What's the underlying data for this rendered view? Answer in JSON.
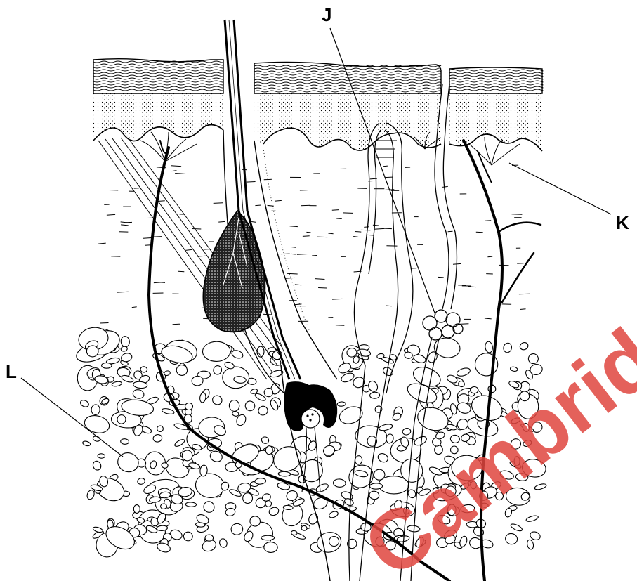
{
  "labels": {
    "j": "J",
    "k": "K",
    "l": "L"
  },
  "watermark": "Cambridge",
  "colors": {
    "ink": "#000000",
    "watermark": "#e0463f",
    "background": "#ffffff"
  }
}
